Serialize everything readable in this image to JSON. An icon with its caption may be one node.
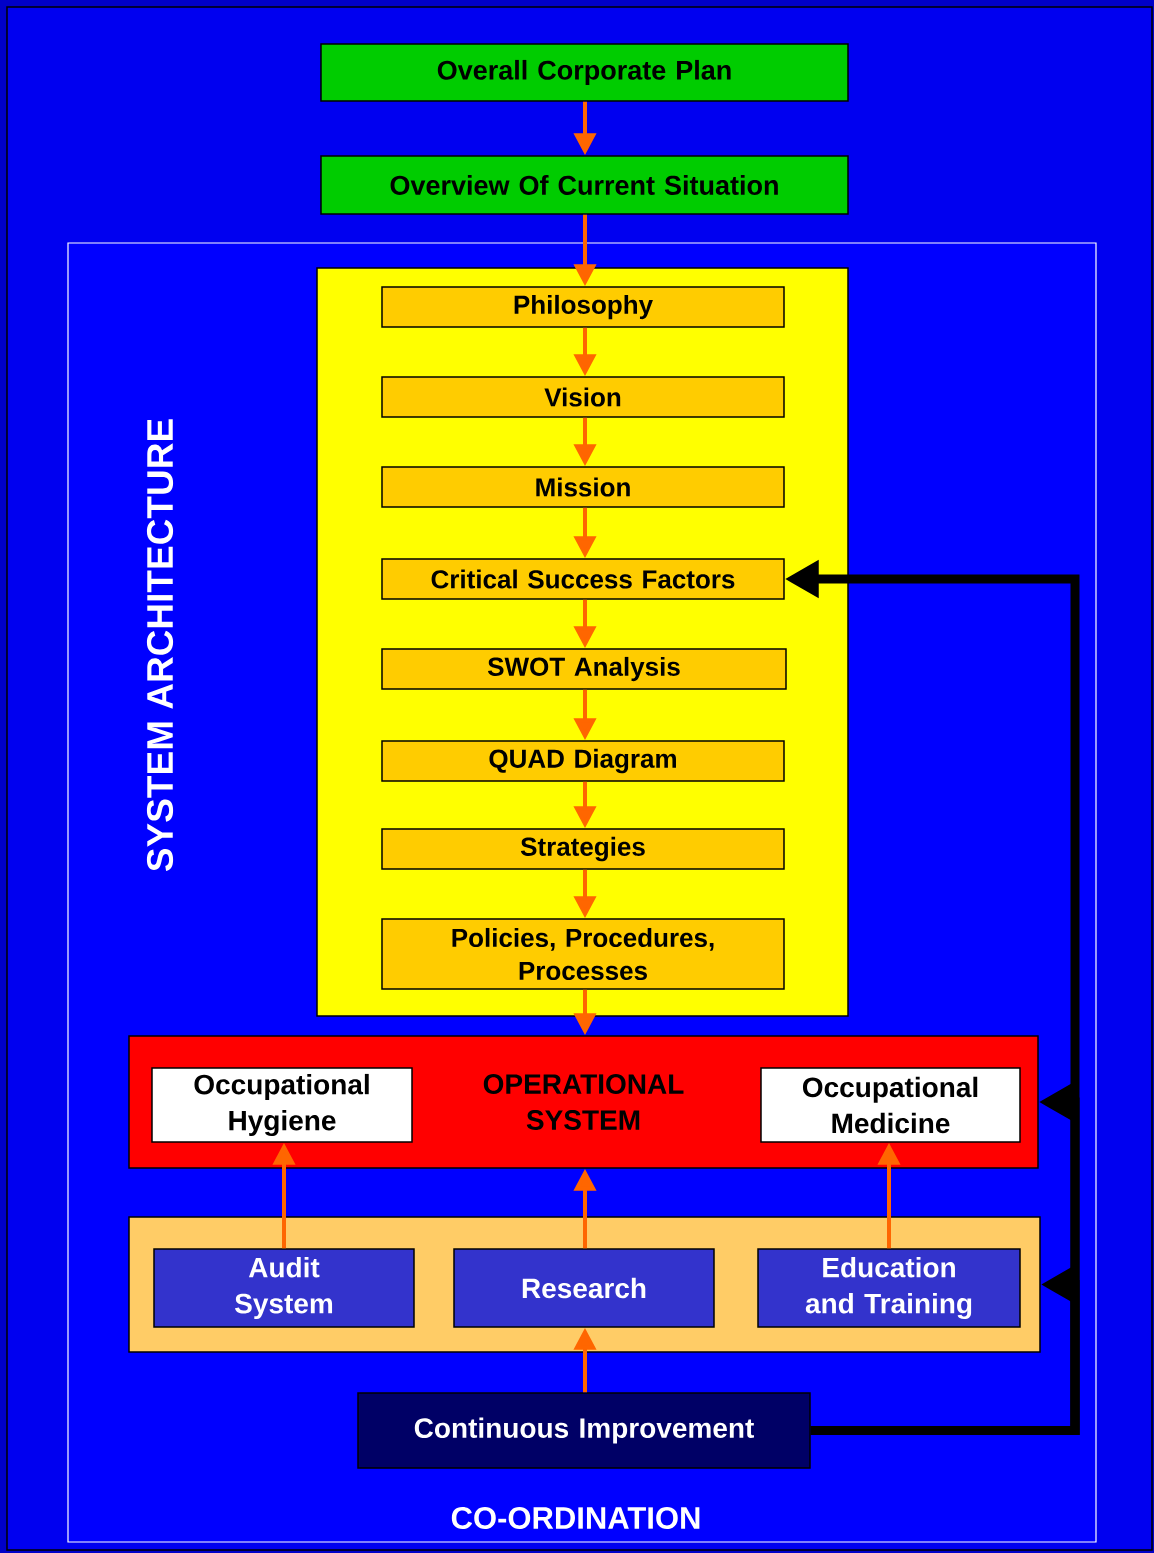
{
  "diagram": {
    "nodes": [
      {
        "text": [
          "Overall Corporate Plan"
        ]
      },
      {
        "text": [
          "Overview Of Current Situation"
        ]
      },
      {
        "text": [
          "SYSTEM ARCHITECTURE",
          "CO-ORDINATION"
        ]
      },
      {
        "text": [],
        "shape": "box",
        "in": 2
      },
      {
        "text": [
          "Philosophy"
        ],
        "in": 3
      },
      {
        "text": [
          "Vision"
        ],
        "in": 3
      },
      {
        "text": [
          "Mission"
        ],
        "in": 3
      },
      {
        "text": [
          "Critical Success Factors"
        ],
        "in": 3
      },
      {
        "text": [
          "SWOT Analysis"
        ],
        "in": 3
      },
      {
        "text": [
          "QUAD Diagram"
        ],
        "in": 3
      },
      {
        "text": [
          "Strategies"
        ],
        "in": 3
      },
      {
        "text": [
          "Policies, Procedures, Processes"
        ],
        "in": 3
      },
      {
        "text": [
          "OPERATIONAL SYSTEM"
        ],
        "in": 2
      },
      {
        "text": [
          "Occupational Hygiene"
        ],
        "in": 12
      },
      {
        "text": [
          "Occupational Medicine"
        ],
        "in": 12
      },
      {
        "text": [],
        "shape": "box",
        "in": 2
      },
      {
        "text": [
          "Audit System"
        ],
        "in": 15
      },
      {
        "text": [
          "Research"
        ],
        "in": 15
      },
      {
        "text": [
          "Education and Training"
        ],
        "in": 15
      },
      {
        "text": [
          "Continuous Improvement"
        ],
        "in": 2
      }
    ],
    "edges": [
      {
        "from": 0,
        "to": 1,
        "arrow": "to"
      },
      {
        "from": 1,
        "to": 4,
        "arrow": "to"
      },
      {
        "from": 4,
        "to": 5,
        "arrow": "to"
      },
      {
        "from": 5,
        "to": 6,
        "arrow": "to"
      },
      {
        "from": 6,
        "to": 7,
        "arrow": "to"
      },
      {
        "from": 7,
        "to": 8,
        "arrow": "to"
      },
      {
        "from": 8,
        "to": 9,
        "arrow": "to"
      },
      {
        "from": 9,
        "to": 10,
        "arrow": "to"
      },
      {
        "from": 10,
        "to": 11,
        "arrow": "to"
      },
      {
        "from": 11,
        "to": 12,
        "arrow": "to"
      },
      {
        "from": 16,
        "to": 13,
        "arrow": "to"
      },
      {
        "from": 17,
        "to": 12,
        "arrow": "to"
      },
      {
        "from": 18,
        "to": 14,
        "arrow": "to"
      },
      {
        "from": 19,
        "to": 17,
        "arrow": "to"
      },
      {
        "from": 19,
        "to": 7,
        "arrow": "to",
        "style": "thick",
        "color": "#000000"
      },
      {
        "from": 19,
        "to": 12,
        "arrow": "to",
        "style": "thick",
        "color": "#000000"
      },
      {
        "from": 19,
        "to": 15,
        "arrow": "to",
        "style": "thick",
        "color": "#000000"
      }
    ]
  }
}
